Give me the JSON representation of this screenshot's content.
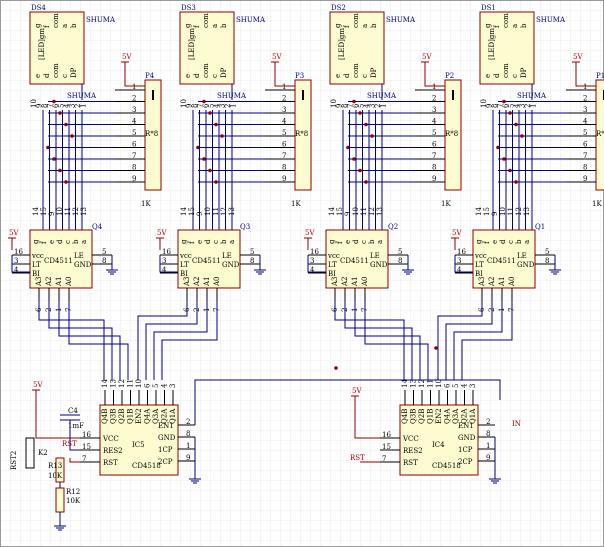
{
  "displays": [
    {
      "ref": "DS4",
      "tag": "SHUMA",
      "pins_top": [
        "g",
        "f",
        "com",
        "a",
        "b"
      ],
      "pins_bottom": [
        "e",
        "d",
        "com",
        "c",
        "DP"
      ],
      "body_text": "[LED]gm",
      "num": [
        "10",
        "9",
        "8",
        "7",
        "6",
        "5",
        "4",
        "3",
        "2",
        "1"
      ]
    },
    {
      "ref": "DS3",
      "tag": "SHUMA",
      "pins_top": [
        "g",
        "f",
        "com",
        "a",
        "b"
      ],
      "pins_bottom": [
        "e",
        "d",
        "com",
        "c",
        "DP"
      ],
      "body_text": "[LED]gm",
      "num": [
        "10",
        "9",
        "8",
        "7",
        "6",
        "5",
        "4",
        "3",
        "2",
        "1"
      ]
    },
    {
      "ref": "DS2",
      "tag": "SHUMA",
      "pins_top": [
        "g",
        "f",
        "com",
        "a",
        "b"
      ],
      "pins_bottom": [
        "e",
        "d",
        "com",
        "c",
        "DP"
      ],
      "body_text": "[LED]gm",
      "num": [
        "10",
        "9",
        "8",
        "7",
        "6",
        "5",
        "4",
        "3",
        "2",
        "1"
      ]
    },
    {
      "ref": "DS1",
      "tag": "SHUMA",
      "pins_top": [
        "g",
        "f",
        "com",
        "a",
        "b"
      ],
      "pins_bottom": [
        "e",
        "d",
        "com",
        "c",
        "DP"
      ],
      "body_text": "[LED]gm",
      "num": [
        "10",
        "9",
        "8",
        "7",
        "6",
        "5",
        "4",
        "3",
        "2",
        "1"
      ]
    }
  ],
  "resnets": [
    {
      "ref": "P4",
      "value": "1K",
      "label": "R*8",
      "pins": [
        "1",
        "2",
        "3",
        "4",
        "5",
        "6",
        "7",
        "8",
        "9"
      ]
    },
    {
      "ref": "P3",
      "value": "1K",
      "label": "R*8",
      "pins": [
        "1",
        "2",
        "3",
        "4",
        "5",
        "6",
        "7",
        "8",
        "9"
      ]
    },
    {
      "ref": "P2",
      "value": "1K",
      "label": "R*8",
      "pins": [
        "1",
        "2",
        "3",
        "4",
        "5",
        "6",
        "7",
        "8",
        "9"
      ]
    },
    {
      "ref": "P1",
      "value": "1K",
      "label": "R*",
      "pins": [
        "1",
        "2",
        "3",
        "4",
        "5",
        "6",
        "7",
        "8",
        "9"
      ]
    }
  ],
  "supply": "5V",
  "decoders": [
    {
      "ref": "Q4",
      "part": "CD4511",
      "top_pins": [
        "14",
        "15",
        "9",
        "10",
        "11",
        "12",
        "13"
      ],
      "top_labels": [
        "g",
        "f",
        "e",
        "d",
        "c",
        "b",
        "a"
      ],
      "left": [
        {
          "num": "16",
          "name": "vcc"
        },
        {
          "num": "3",
          "name": "LT"
        },
        {
          "num": "4",
          "name": "BI"
        }
      ],
      "right": [
        {
          "num": "5",
          "name": "LE"
        },
        {
          "num": "8",
          "name": "GND"
        }
      ],
      "bottom_labels": [
        "A3",
        "A2",
        "A1",
        "A0"
      ],
      "bottom_pins": [
        "6",
        "2",
        "1",
        "7"
      ]
    },
    {
      "ref": "Q3",
      "part": "CD4511",
      "top_pins": [
        "14",
        "15",
        "9",
        "10",
        "11",
        "12",
        "13"
      ],
      "top_labels": [
        "g",
        "f",
        "e",
        "d",
        "c",
        "b",
        "a"
      ],
      "left": [
        {
          "num": "16",
          "name": "vcc"
        },
        {
          "num": "3",
          "name": "LT"
        },
        {
          "num": "4",
          "name": "BI"
        }
      ],
      "right": [
        {
          "num": "5",
          "name": "LE"
        },
        {
          "num": "8",
          "name": "GND"
        }
      ],
      "bottom_labels": [
        "A3",
        "A2",
        "A1",
        "A0"
      ],
      "bottom_pins": [
        "6",
        "2",
        "1",
        "7"
      ]
    },
    {
      "ref": "Q2",
      "part": "CD4511",
      "top_pins": [
        "14",
        "15",
        "9",
        "10",
        "11",
        "12",
        "13"
      ],
      "top_labels": [
        "g",
        "f",
        "e",
        "d",
        "c",
        "b",
        "a"
      ],
      "left": [
        {
          "num": "16",
          "name": "vcc"
        },
        {
          "num": "3",
          "name": "LT"
        },
        {
          "num": "4",
          "name": "BI"
        }
      ],
      "right": [
        {
          "num": "5",
          "name": "LE"
        },
        {
          "num": "8",
          "name": "GND"
        }
      ],
      "bottom_labels": [
        "A3",
        "A2",
        "A1",
        "A0"
      ],
      "bottom_pins": [
        "6",
        "2",
        "1",
        "7"
      ]
    },
    {
      "ref": "Q1",
      "part": "CD4511",
      "top_pins": [
        "14",
        "15",
        "9",
        "10",
        "11",
        "12",
        "13"
      ],
      "top_labels": [
        "g",
        "f",
        "e",
        "d",
        "c",
        "b",
        "a"
      ],
      "left": [
        {
          "num": "16",
          "name": "vcc"
        },
        {
          "num": "3",
          "name": "LT"
        },
        {
          "num": "4",
          "name": "BI"
        }
      ],
      "right": [
        {
          "num": "5",
          "name": "LE"
        },
        {
          "num": "8",
          "name": "GND"
        }
      ],
      "bottom_labels": [
        "A3",
        "A2",
        "A1",
        "A0"
      ],
      "bottom_pins": [
        "6",
        "2",
        "1",
        "7"
      ]
    }
  ],
  "counters": [
    {
      "ref": "IC5",
      "part": "CD4518",
      "top_pins": [
        "14",
        "13",
        "12",
        "11",
        "10",
        "6",
        "5",
        "4",
        "3"
      ],
      "top_labels": [
        "Q4B",
        "Q3B",
        "Q2B",
        "Q1B",
        "EN2",
        "Q4A",
        "Q3A",
        "Q2A",
        "Q1A"
      ],
      "left": [
        {
          "num": "16",
          "name": "VCC"
        },
        {
          "num": "15",
          "name": "RES2"
        },
        {
          "num": "7",
          "name": "RST"
        }
      ],
      "right": [
        {
          "num": "2",
          "name": "EN1"
        },
        {
          "num": "8",
          "name": "GND"
        },
        {
          "num": "1",
          "name": "1CP"
        },
        {
          "num": "9",
          "name": "2CP"
        }
      ]
    },
    {
      "ref": "IC4",
      "part": "CD4518",
      "top_pins": [
        "14",
        "13",
        "12",
        "11",
        "10",
        "6",
        "5",
        "4",
        "3"
      ],
      "top_labels": [
        "Q4B",
        "Q3B",
        "Q2B",
        "Q1B",
        "EN2",
        "Q4A",
        "Q3A",
        "Q2A",
        "Q1A"
      ],
      "left": [
        {
          "num": "16",
          "name": "VCC"
        },
        {
          "num": "15",
          "name": "RES2"
        },
        {
          "num": "7",
          "name": "RST"
        }
      ],
      "right": [
        {
          "num": "2",
          "name": "EN1"
        },
        {
          "num": "8",
          "name": "GND"
        },
        {
          "num": "1",
          "name": "1CP"
        },
        {
          "num": "9",
          "name": "2CP"
        }
      ]
    }
  ],
  "net_labels": {
    "rst": "RST",
    "in": "IN"
  },
  "reset": {
    "c4": "C4",
    "c4_val": "1mF",
    "k2": "K2",
    "rst2": "RST2",
    "r13": "R13",
    "r13_val": "10K",
    "r12": "R12",
    "r12_val": "10K"
  }
}
